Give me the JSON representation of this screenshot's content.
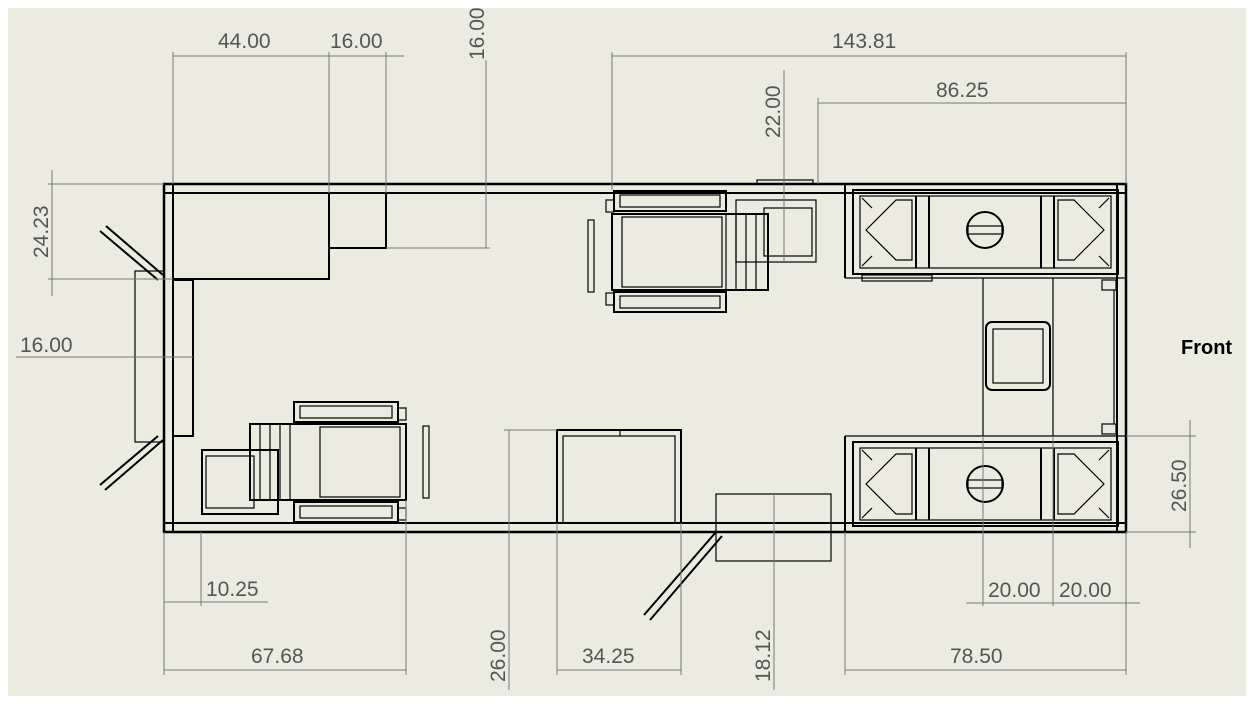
{
  "colors": {
    "background": "#ecebe0",
    "dimension": "#777777",
    "dimension_text": "#555555",
    "object": "#000000"
  },
  "label": {
    "front": "Front"
  },
  "dimensions": {
    "d44_00": "44.00",
    "d16_00_top": "16.00",
    "d16_00_vertical": "16.00",
    "d143_81": "143.81",
    "d22_00": "22.00",
    "d86_25": "86.25",
    "d24_23": "24.23",
    "d16_00_left": "16.00",
    "d26_50": "26.50",
    "d10_25": "10.25",
    "d67_68": "67.68",
    "d26_00": "26.00",
    "d34_25": "34.25",
    "d18_12": "18.12",
    "d78_50": "78.50",
    "d20_00_a": "20.00",
    "d20_00_b": "20.00"
  }
}
